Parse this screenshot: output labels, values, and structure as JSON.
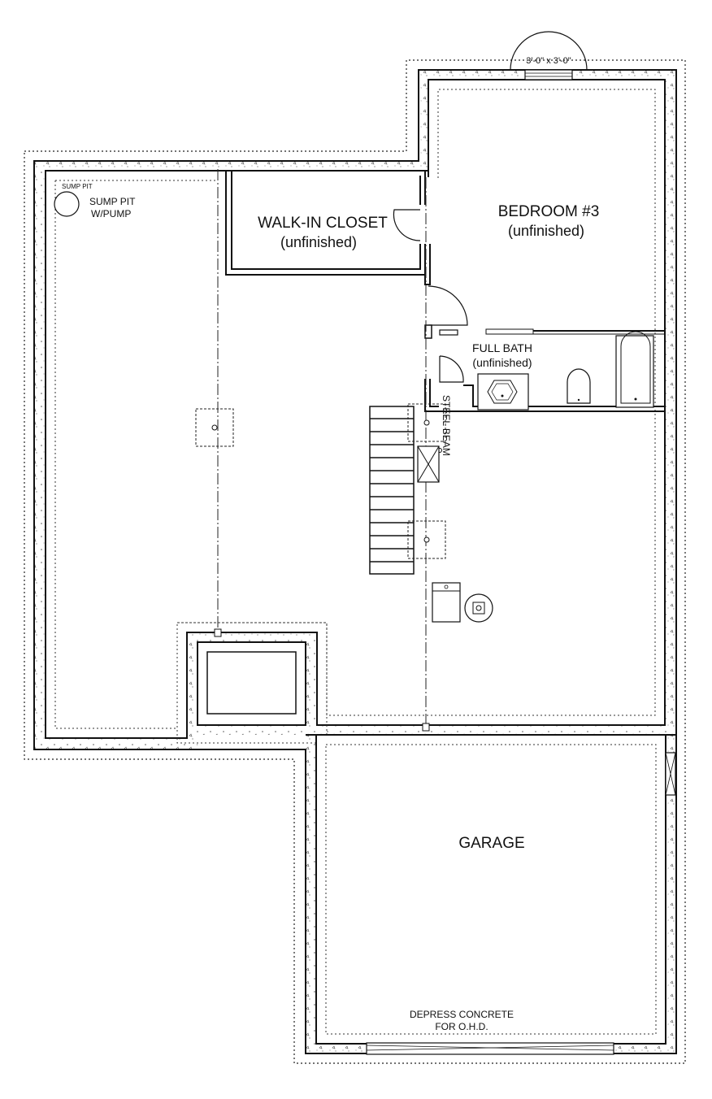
{
  "rooms": {
    "bedroom": {
      "name": "BEDROOM #3",
      "status": "(unfinished)"
    },
    "closet": {
      "name": "WALK-IN CLOSET",
      "status": "(unfinished)"
    },
    "bath": {
      "name": "FULL BATH",
      "status": "(unfinished)"
    },
    "garage": {
      "name": "GARAGE"
    }
  },
  "labels": {
    "sump_pit_small": "SUMP PIT",
    "sump_pit": "SUMP PIT",
    "sump_pump": "W/PUMP",
    "steel_beam": "STEEL BEAM",
    "window": "3'-0\" x 3'-0\"",
    "depress_concrete": "DEPRESS CONCRETE",
    "ohd": "FOR O.H.D."
  }
}
